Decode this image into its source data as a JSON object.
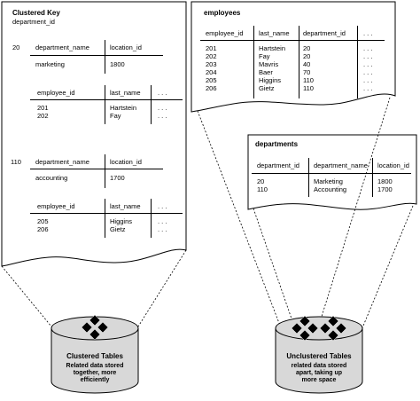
{
  "clustered_page": {
    "title": "Clustered Key",
    "subtitle": "department_id",
    "groups": [
      {
        "key": "20",
        "header": [
          "department_name",
          "location_id"
        ],
        "row": [
          "marketing",
          "1800"
        ],
        "emp_header": [
          "employee_id",
          "last_name",
          ". . ."
        ],
        "emp_rows": [
          [
            "201",
            "Hartstein",
            ". . ."
          ],
          [
            "202",
            "Fay",
            ". . ."
          ]
        ]
      },
      {
        "key": "110",
        "header": [
          "department_name",
          "location_id"
        ],
        "row": [
          "accounting",
          "1700"
        ],
        "emp_header": [
          "employee_id",
          "last_name",
          ". . ."
        ],
        "emp_rows": [
          [
            "205",
            "Higgins",
            ". . ."
          ],
          [
            "206",
            "Gietz",
            ". . ."
          ]
        ]
      }
    ]
  },
  "employees_page": {
    "title": "employees",
    "header": [
      "employee_id",
      "last_name",
      "department_id",
      ". . ."
    ],
    "rows": [
      [
        "201",
        "Hartstein",
        "20",
        ". . ."
      ],
      [
        "202",
        "Fay",
        "20",
        ". . ."
      ],
      [
        "203",
        "Mavris",
        "40",
        ". . ."
      ],
      [
        "204",
        "Baer",
        "70",
        ". . ."
      ],
      [
        "205",
        "Higgins",
        "110",
        ". . ."
      ],
      [
        "206",
        "Gietz",
        "110",
        ". . ."
      ]
    ]
  },
  "departments_page": {
    "title": "departments",
    "header": [
      "department_id",
      "department_name",
      "location_id"
    ],
    "rows": [
      [
        "20",
        "Marketing",
        "1800"
      ],
      [
        "110",
        "Accounting",
        "1700"
      ]
    ]
  },
  "clustered_db": {
    "label": "Clustered Tables",
    "desc": [
      "Related data stored",
      "together, more",
      "efficiently"
    ]
  },
  "unclustered_db": {
    "label": "Unclustered Tables",
    "desc": [
      "related data stored",
      "apart, taking up",
      "more space"
    ]
  },
  "colors": {
    "ink": "#000000",
    "cylinder_fill": "#d8d8d8",
    "paper": "#ffffff"
  }
}
